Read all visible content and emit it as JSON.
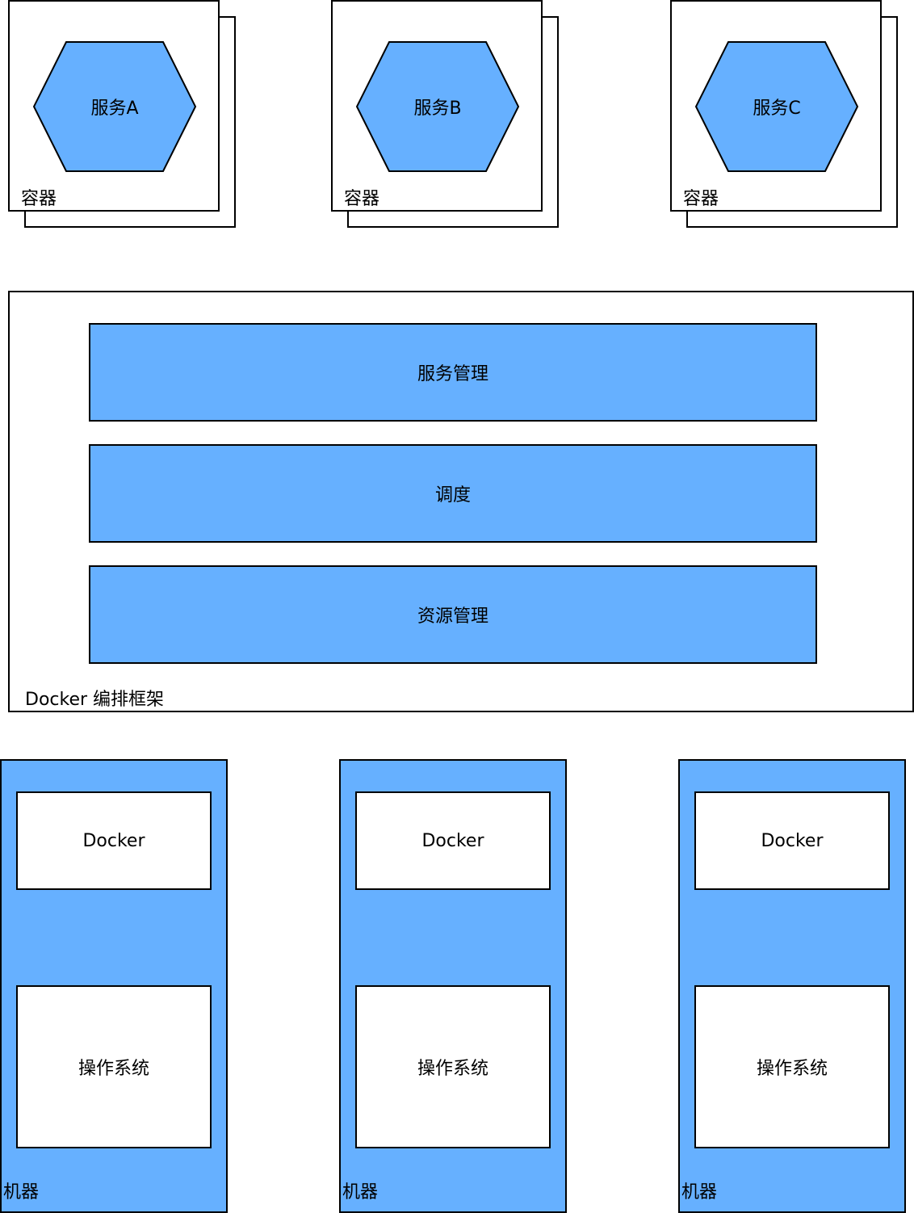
{
  "colors": {
    "fill": "#66b0ff",
    "stroke": "#000000",
    "background": "#ffffff"
  },
  "containers": [
    {
      "service": "服务A",
      "label": "容器"
    },
    {
      "service": "服务B",
      "label": "容器"
    },
    {
      "service": "服务C",
      "label": "容器"
    }
  ],
  "orchestration": {
    "label": "Docker 编排框架",
    "layers": [
      "服务管理",
      "调度",
      "资源管理"
    ]
  },
  "machines": [
    {
      "docker": "Docker",
      "os": "操作系统",
      "label": "机器"
    },
    {
      "docker": "Docker",
      "os": "操作系统",
      "label": "机器"
    },
    {
      "docker": "Docker",
      "os": "操作系统",
      "label": "机器"
    }
  ]
}
